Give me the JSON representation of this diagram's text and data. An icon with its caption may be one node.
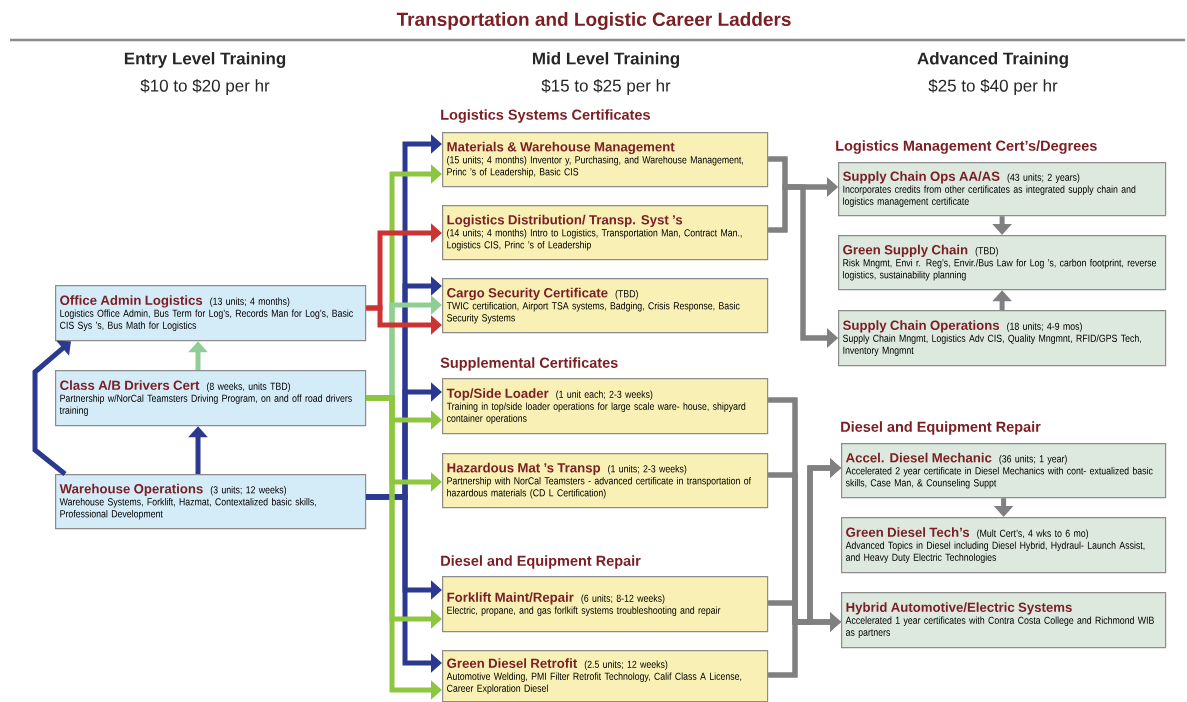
{
  "diagram": {
    "title": "Transportation and Logistic Career Ladders",
    "nodes": [
      {
        "text": [
          "Office Admin Logistics",
          "(13 units; 4 months)",
          "Logistics Office Admin, Bus Term for Log’s, Records Man for Log’s, Basic CIS Sys ’s, Bus Math for Logistics"
        ]
      },
      {
        "text": [
          "Class A/B Drivers Cert",
          "(8 weeks, units TBD)",
          "Partnership w/NorCal Teamsters Driving Program, on and off road drivers training"
        ]
      },
      {
        "text": [
          "Warehouse Operations",
          "(3 units; 12 weeks)",
          "Warehouse Systems, Forklift, Hazmat, Contextalized basic skills, Professional Development"
        ]
      },
      {
        "text": [
          "Materials & Warehouse Management",
          "(15 units; 4 months) Inventor y, Purchasing, and Warehouse Management, Princ ’s of Leadership, Basic CIS"
        ]
      },
      {
        "text": [
          "Logistics Distribution/ Transp. Syst ’s",
          "(14 units; 4 months) Intro to Logistics, Transportation Man, Contract Man., Logistics CIS, Princ ’s of Leadership"
        ]
      },
      {
        "text": [
          "Cargo Security Certificate",
          "(TBD)",
          "TWIC certification, Airport TSA systems, Badging, Crisis Response, Basic Security Systems"
        ]
      },
      {
        "text": [
          "Top/Side Loader",
          "(1 unit each; 2-3 weeks)",
          "Training in top/side loader operations for large scale ware- house, shipyard container operations"
        ]
      },
      {
        "text": [
          "Hazardous Mat ’s Transp",
          "(1 units; 2-3 weeks)",
          "Partnership with NorCal Teamsters - advanced certificate in transportation of hazardous materials (CD L Certification)"
        ]
      },
      {
        "text": [
          "Forklift Maint/Repair",
          "(6 units; 8-12 weeks)",
          "Electric, propane, and gas forlkift systems troubleshooting and repair"
        ]
      },
      {
        "text": [
          "Green Diesel Retrofit",
          "(2.5 units; 12 weeks)",
          "Automotive Welding, PMI Filter Retrofit Technology, Calif Class A License, Career Exploration Diesel"
        ]
      },
      {
        "text": [
          "Supply Chain Ops AA/AS",
          "(43 units; 2 years)",
          "Incorporates credits from other certificates as integrated supply chain and logistics management certificate"
        ]
      },
      {
        "text": [
          "Green Supply Chain",
          "(TBD)",
          "Risk Mngmt, Envi r. Reg’s, Envir./Bus Law for Log ’s, carbon footprint, reverse logistics, sustainability planning"
        ]
      },
      {
        "text": [
          "Supply Chain Operations",
          "(18 units; 4-9 mos)",
          "Supply Chain Mngmt, Logistics Adv CIS, Quality Mngmnt, RFID/GPS Tech, Inventory Mngmnt"
        ]
      },
      {
        "text": [
          "Accel. Diesel Mechanic",
          "(36 units; 1 year)",
          "Accelerated 2 year certificate in Diesel Mechanics with cont- extualized basic skills, Case Man, & Counseling Suppt"
        ]
      },
      {
        "text": [
          "Green Diesel Tech’s",
          "(Mult Cert’s, 4 wks to 6 mo)",
          "Advanced Topics in Diesel including Diesel Hybrid, Hydraul- Launch Assist, and Heavy Duty Electric Technologies"
        ]
      },
      {
        "text": [
          "Hybrid Automotive/Electric Systems",
          "Accelerated 1 year certificates with Contra Costa College and Richmond WIB as partners"
        ]
      }
    ],
    "edges": [
      {
        "from": 2,
        "to": 0,
        "arrow": "to",
        "color": "#2b3990"
      },
      {
        "from": 2,
        "to": 1,
        "arrow": "to",
        "color": "#2b3990"
      },
      {
        "from": 1,
        "to": 0,
        "arrow": "to",
        "color": "#8fcf96"
      },
      {
        "from": 2,
        "to": 3,
        "arrow": "to",
        "color": "#2b3990"
      },
      {
        "from": 2,
        "to": 5,
        "arrow": "to",
        "color": "#2b3990"
      },
      {
        "from": 2,
        "to": 6,
        "arrow": "to",
        "color": "#2b3990"
      },
      {
        "from": 2,
        "to": 8,
        "arrow": "to",
        "color": "#2b3990"
      },
      {
        "from": 2,
        "to": 9,
        "arrow": "to",
        "color": "#2b3990"
      },
      {
        "from": 1,
        "to": 3,
        "arrow": "to",
        "color": "#8dc63f"
      },
      {
        "from": 1,
        "to": 5,
        "arrow": "to",
        "color": "#8fcf96"
      },
      {
        "from": 1,
        "to": 6,
        "arrow": "to",
        "color": "#8dc63f"
      },
      {
        "from": 1,
        "to": 7,
        "arrow": "to",
        "color": "#8dc63f"
      },
      {
        "from": 1,
        "to": 8,
        "arrow": "to",
        "color": "#8dc63f"
      },
      {
        "from": 1,
        "to": 9,
        "arrow": "to",
        "color": "#8dc63f"
      },
      {
        "from": 0,
        "to": 4,
        "arrow": "to",
        "color": "#cc3333"
      },
      {
        "from": 0,
        "to": 5,
        "arrow": "to",
        "color": "#cc3333"
      },
      {
        "from": 3,
        "to": 10,
        "arrow": "to"
      },
      {
        "from": 4,
        "to": 10,
        "arrow": "to"
      },
      {
        "from": 3,
        "to": 12,
        "arrow": "to"
      },
      {
        "from": 4,
        "to": 12,
        "arrow": "to"
      },
      {
        "from": 10,
        "to": 11,
        "arrow": "to"
      },
      {
        "from": 12,
        "to": 11,
        "arrow": "to"
      },
      {
        "from": 6,
        "to": 13,
        "arrow": "to"
      },
      {
        "from": 7,
        "to": 13,
        "arrow": "to"
      },
      {
        "from": 8,
        "to": 13,
        "arrow": "to"
      },
      {
        "from": 9,
        "to": 13,
        "arrow": "to"
      },
      {
        "from": 6,
        "to": 15,
        "arrow": "to"
      },
      {
        "from": 7,
        "to": 15,
        "arrow": "to"
      },
      {
        "from": 8,
        "to": 15,
        "arrow": "to"
      },
      {
        "from": 9,
        "to": 15,
        "arrow": "to"
      },
      {
        "from": 13,
        "to": 14,
        "arrow": "to"
      }
    ],
    "labels": [
      "Entry Level Training",
      "$10 to $20 per hr",
      "Mid Level Training",
      "$15 to $25 per hr",
      "Advanced Training",
      "$25 to $40 per hr",
      "Logistics Systems Certificates",
      "Logistics Management Cert’s/Degrees",
      "Supplemental Certificates",
      "Diesel and Equipment Repair",
      "Diesel and Equipment Repair"
    ]
  }
}
